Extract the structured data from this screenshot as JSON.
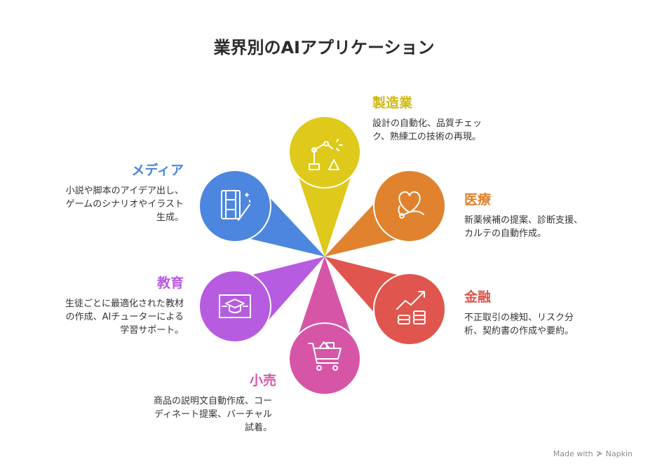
{
  "title": "業界別のAIアプリケーション",
  "colors": {
    "manufacturing": "#dfc91a",
    "medical": "#e0822e",
    "finance": "#e0554d",
    "retail": "#d755a7",
    "education": "#b75be0",
    "media": "#4d86de"
  },
  "segments": [
    {
      "id": "manufacturing",
      "label": "製造業",
      "icon": "robot-arm-icon",
      "desc": [
        "設計の自動化、品質チェッ",
        "ク、熟練工の技術の再現。"
      ]
    },
    {
      "id": "medical",
      "label": "医療",
      "icon": "stethoscope-heart-icon",
      "desc": [
        "新薬候補の提案、診断支援、",
        "カルテの自動作成。"
      ]
    },
    {
      "id": "finance",
      "label": "金融",
      "icon": "coins-growth-icon",
      "desc": [
        "不正取引の検知、リスク分",
        "析、契約書の作成や要約。"
      ]
    },
    {
      "id": "retail",
      "label": "小売",
      "icon": "shopping-cart-icon",
      "desc": [
        "商品の説明文自動作成、コー",
        "ディネート提案、バーチャル",
        "試着。"
      ]
    },
    {
      "id": "education",
      "label": "教育",
      "icon": "graduation-cap-icon",
      "desc": [
        "生徒ごとに最適化された教材",
        "の作成、AIチューターによる",
        "学習サポート。"
      ]
    },
    {
      "id": "media",
      "label": "メディア",
      "icon": "film-wand-icon",
      "desc": [
        "小説や脚本のアイデア出し、",
        "ゲームのシナリオやイラスト",
        "生成。"
      ]
    }
  ],
  "footer": {
    "text": "Made with",
    "brand": "Napkin"
  }
}
